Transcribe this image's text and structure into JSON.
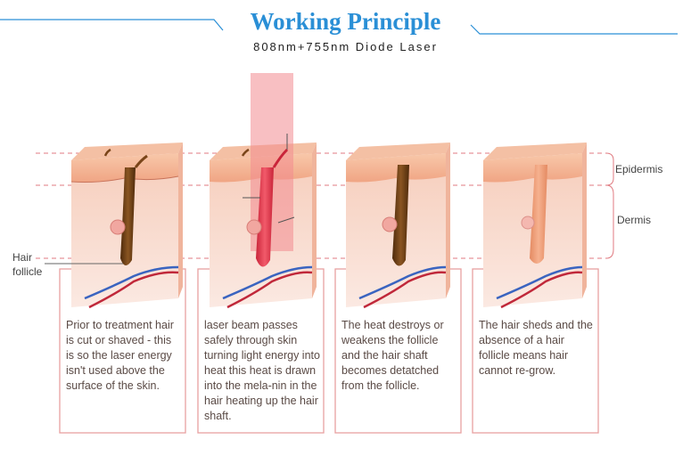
{
  "header": {
    "title": "Working Principle",
    "subtitle": "808nm+755nm  Diode Laser"
  },
  "labels": {
    "hair_follicle": "Hair\nfollicle",
    "epidermis": "Epidermis",
    "dermis": "Dermis"
  },
  "steps": [
    {
      "caption": "Prior to treatment hair is cut or shaved - this is so the laser energy isn't used above the surface of the skin."
    },
    {
      "caption": "laser beam passes safely through skin turning light energy into heat this heat is drawn into the mela-nin in the hair heating up the hair shaft."
    },
    {
      "caption": "The heat destroys or weakens the follicle and the hair shaft becomes detatched from the follicle."
    },
    {
      "caption": "The hair sheds and the absence of a hair follicle means hair cannot re-grow."
    }
  ],
  "colors": {
    "accent": "#2a8fd6",
    "skin_top": "#f2b59a",
    "skin_body": "#f9dccf",
    "laser": "#f28a90",
    "hair": "#6b3d12",
    "frame": "#e8a0a0"
  }
}
